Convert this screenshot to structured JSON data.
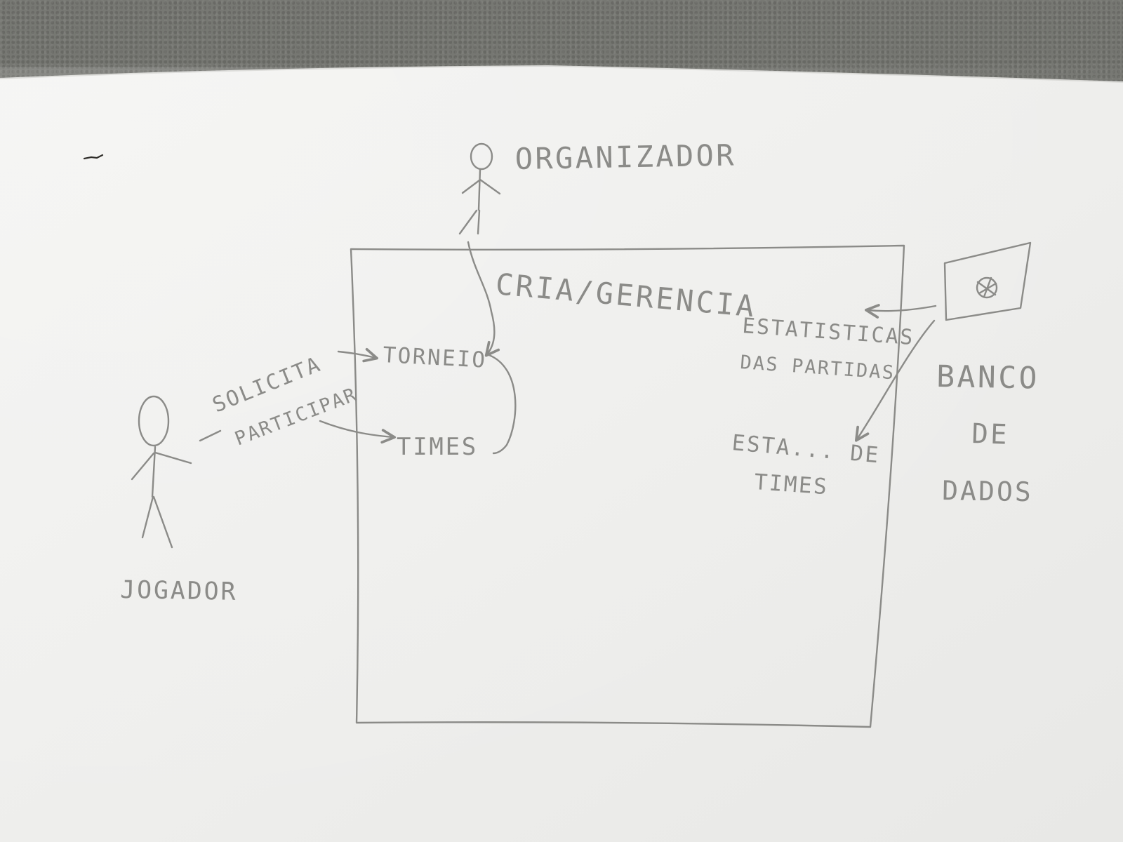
{
  "labels": {
    "organizador": "ORGANIZADOR",
    "cria_gerencia": "CRIA/GERENCIA",
    "solicita": "SOLICITA",
    "participar": "PARTICIPAR",
    "torneio": "TORNEIO",
    "times": "TIMES",
    "jogador": "JOGADOR",
    "estatisticas": "ESTATISTICAS",
    "das_partidas": "DAS PARTIDAS",
    "esta_de": "ESTA... DE",
    "times_2": "TIMES",
    "banco": "BANCO",
    "de": "DE",
    "dados": "DADOS"
  },
  "colors": {
    "background": "#6f706c",
    "paper": "#f1f1ef",
    "pencil": "#8b8b88"
  }
}
